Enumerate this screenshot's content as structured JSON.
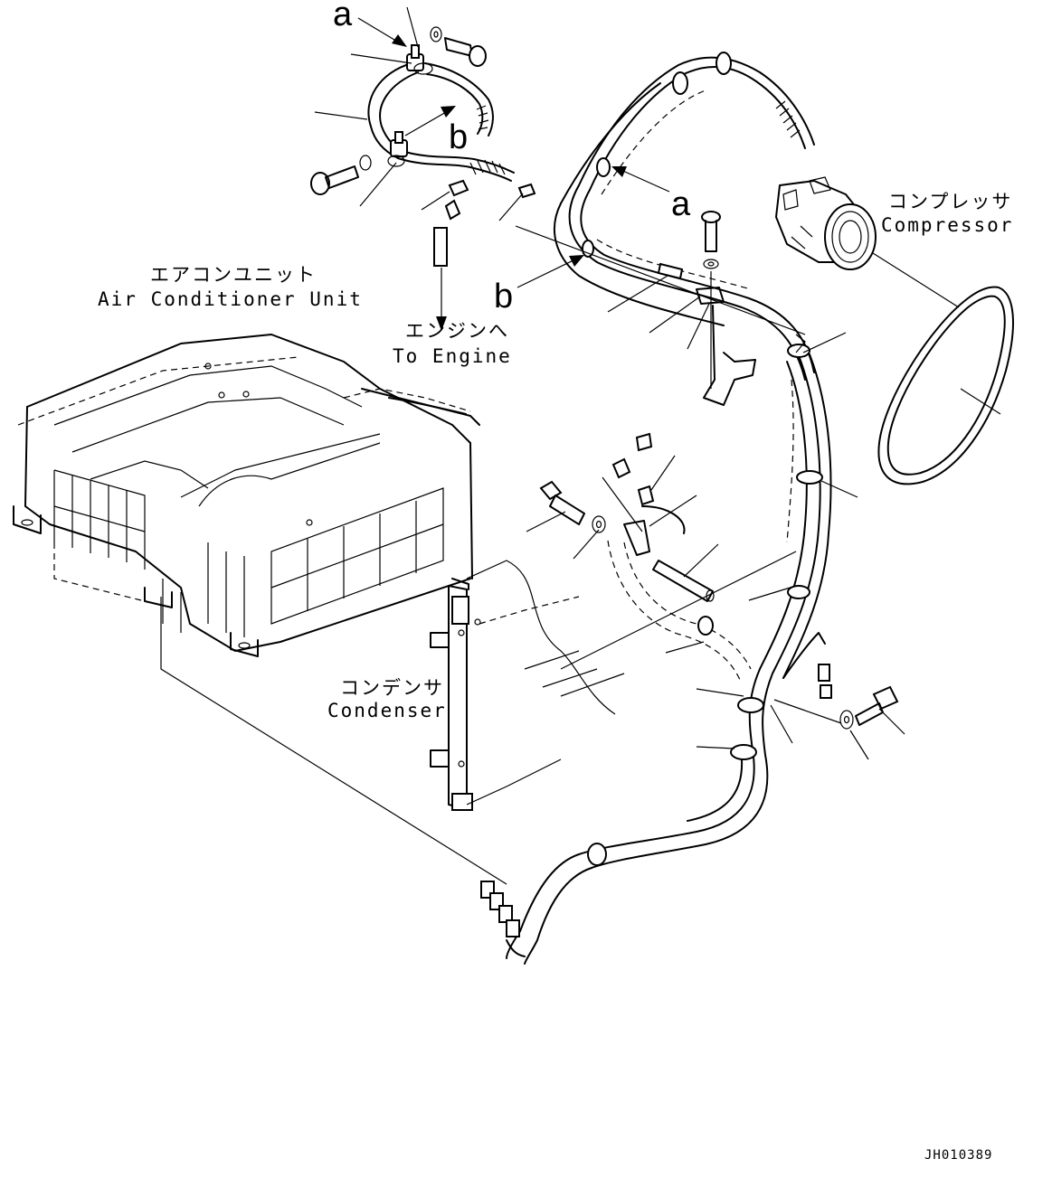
{
  "labels": {
    "compressor_jp": "コンプレッサ",
    "compressor_en": "Compressor",
    "ac_unit_jp": "エアコンユニット",
    "ac_unit_en": "Air Conditioner Unit",
    "engine_jp": "エンジンへ",
    "engine_en": "To Engine",
    "condenser_jp": "コンデンサ",
    "condenser_en": "Condenser",
    "ref_a": "a",
    "ref_b": "b",
    "drawing_code": "JH010389"
  },
  "icons": [
    "arrow-icon",
    "bolt-icon",
    "washer-icon",
    "clamp-icon",
    "belt-icon"
  ]
}
